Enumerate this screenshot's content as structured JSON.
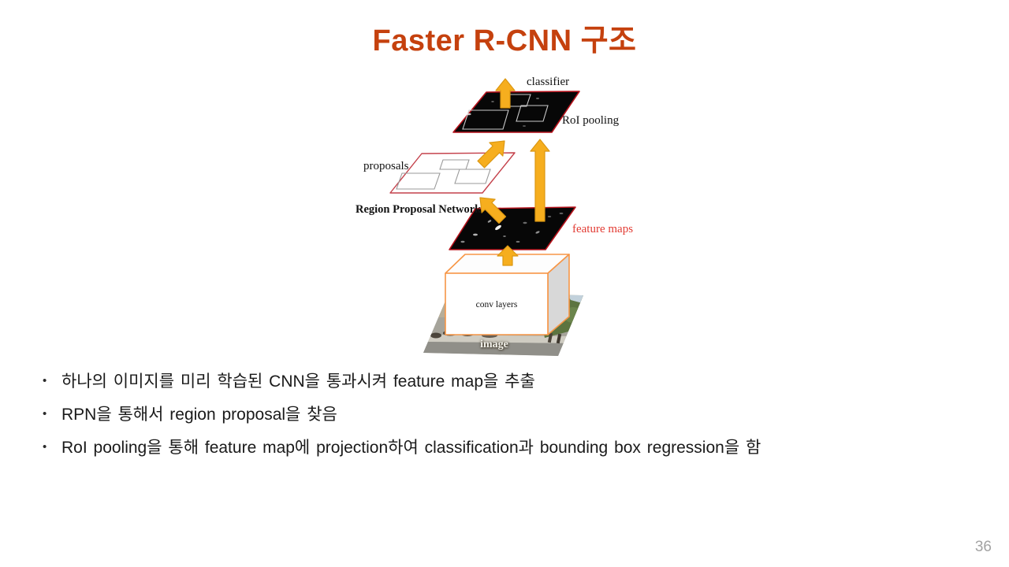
{
  "slide": {
    "title": "Faster R-CNN 구조",
    "bullet_char": "•",
    "bullets": [
      "하나의 이미지를 미리 학습된 CNN을 통과시켜 feature map을 추출",
      "RPN을 통해서 region proposal을 찾음",
      "RoI pooling을 통해 feature map에 projection하여 classification과 bounding box regression을 함"
    ],
    "page_number": "36"
  },
  "diagram": {
    "labels": {
      "classifier": "classifier",
      "roi_pooling": "RoI pooling",
      "proposals": "proposals",
      "region_proposal_network": "Region Proposal Network",
      "feature_maps": "feature maps",
      "conv_layers": "conv layers",
      "image": "image"
    },
    "colors": {
      "title_accent": "#C5410E",
      "arrow_fill": "#F6AE1E",
      "arrow_stroke": "#DB9712",
      "sheet_border_red": "#B5121B",
      "proposals_border": "#C4414B",
      "feature_maps_label": "#E23B33",
      "conv_box_border": "#F79646",
      "page_number_gray": "#A3A3A3"
    }
  }
}
